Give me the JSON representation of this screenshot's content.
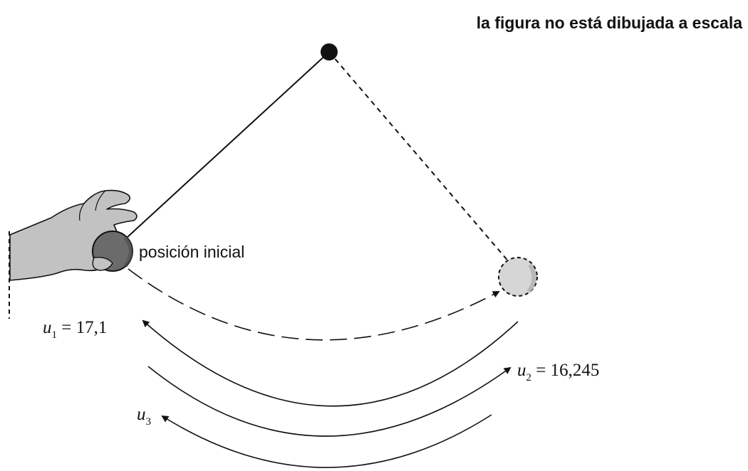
{
  "note": "la figura no está dibujada a escala",
  "initial_position_label": "posición inicial",
  "swings": [
    {
      "symbol": "u",
      "subscript": "1",
      "relation": " = ",
      "value": "17,1"
    },
    {
      "symbol": "u",
      "subscript": "2",
      "relation": " = ",
      "value": "16,245"
    },
    {
      "symbol": "u",
      "subscript": "3",
      "relation": "",
      "value": ""
    }
  ],
  "colors": {
    "ink": "#111111",
    "bob_start": "#6b6b6b",
    "bob_end": "#d6d6d6",
    "hand": "#c2c2c2"
  }
}
